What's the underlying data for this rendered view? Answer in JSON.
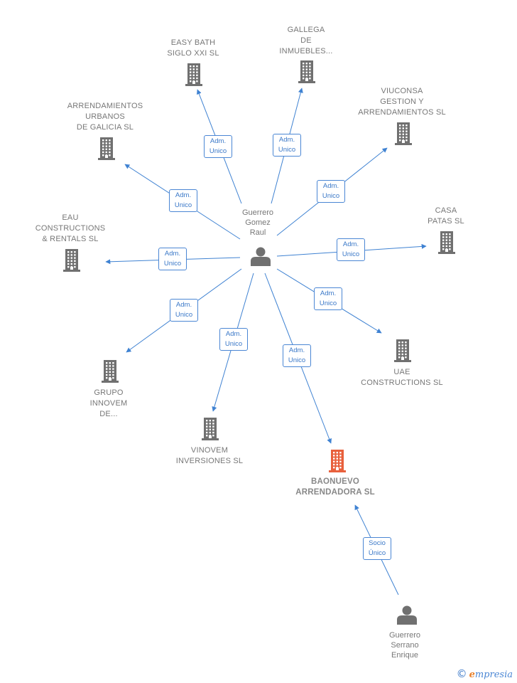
{
  "colors": {
    "edge": "#3f82d2",
    "building": "#707070",
    "building_focus": "#e8603c",
    "person": "#707070",
    "label": "#777777"
  },
  "people": [
    {
      "id": "p1",
      "lines": [
        "Guerrero",
        "Gomez",
        "Raul"
      ]
    },
    {
      "id": "p2",
      "lines": [
        "Guerrero",
        "Serrano",
        "Enrique"
      ]
    }
  ],
  "companies": [
    {
      "id": "c_easybath",
      "lines": [
        "EASY BATH",
        "SIGLO XXI SL"
      ],
      "focus": false
    },
    {
      "id": "c_gallega",
      "lines": [
        "GALLEGA",
        "DE",
        "INMUEBLES..."
      ],
      "focus": false
    },
    {
      "id": "c_arrend",
      "lines": [
        "ARRENDAMIENTOS",
        "URBANOS",
        "DE GALICIA SL"
      ],
      "focus": false
    },
    {
      "id": "c_viuconsa",
      "lines": [
        "VIUCONSA",
        "GESTION Y",
        "ARRENDAMIENTOS SL"
      ],
      "focus": false
    },
    {
      "id": "c_eau",
      "lines": [
        "EAU",
        "CONSTRUCTIONS",
        "& RENTALS SL"
      ],
      "focus": false
    },
    {
      "id": "c_casa",
      "lines": [
        "CASA",
        "PATAS  SL"
      ],
      "focus": false
    },
    {
      "id": "c_grupo",
      "lines": [
        "GRUPO",
        "INNOVEM",
        "DE..."
      ],
      "focus": false
    },
    {
      "id": "c_uae",
      "lines": [
        "UAE",
        "CONSTRUCTIONS SL"
      ],
      "focus": false
    },
    {
      "id": "c_vinovem",
      "lines": [
        "VINOVEM",
        "INVERSIONES SL"
      ],
      "focus": false
    },
    {
      "id": "c_baonuevo",
      "lines": [
        "BAONUEVO",
        "ARRENDADORA SL"
      ],
      "focus": true
    }
  ],
  "edges": [
    {
      "from": "p1",
      "to": "c_easybath",
      "lines": [
        "Adm.",
        "Unico"
      ]
    },
    {
      "from": "p1",
      "to": "c_gallega",
      "lines": [
        "Adm.",
        "Unico"
      ]
    },
    {
      "from": "p1",
      "to": "c_arrend",
      "lines": [
        "Adm.",
        "Unico"
      ]
    },
    {
      "from": "p1",
      "to": "c_viuconsa",
      "lines": [
        "Adm.",
        "Unico"
      ]
    },
    {
      "from": "p1",
      "to": "c_eau",
      "lines": [
        "Adm.",
        "Unico"
      ]
    },
    {
      "from": "p1",
      "to": "c_casa",
      "lines": [
        "Adm.",
        "Unico"
      ]
    },
    {
      "from": "p1",
      "to": "c_grupo",
      "lines": [
        "Adm.",
        "Unico"
      ]
    },
    {
      "from": "p1",
      "to": "c_uae",
      "lines": [
        "Adm.",
        "Unico"
      ]
    },
    {
      "from": "p1",
      "to": "c_vinovem",
      "lines": [
        "Adm.",
        "Unico"
      ]
    },
    {
      "from": "p1",
      "to": "c_baonuevo",
      "lines": [
        "Adm.",
        "Unico"
      ]
    },
    {
      "from": "p2",
      "to": "c_baonuevo",
      "lines": [
        "Socio",
        "Único"
      ]
    }
  ],
  "logo": {
    "copyright": "©",
    "brand_initial": "e",
    "brand_rest": "mpresia"
  }
}
